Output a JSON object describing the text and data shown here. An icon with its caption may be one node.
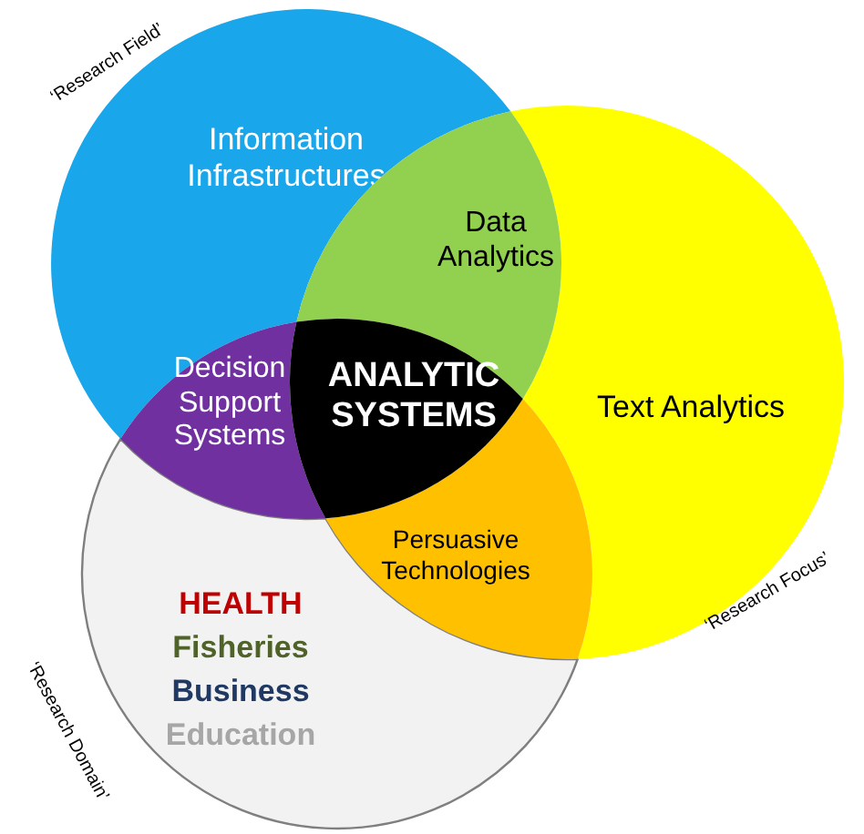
{
  "diagram": {
    "nodes": [
      {
        "text": [
          "Information Infrastructures"
        ],
        "beside": [
          "‘Research Field’"
        ]
      },
      {
        "text": [
          "Text Analytics"
        ],
        "beside": [
          "‘Research Focus’"
        ]
      },
      {
        "text": [
          "HEALTH",
          "Fisheries",
          "Business",
          "Education"
        ],
        "beside": [
          "‘Research Domain’"
        ]
      },
      {
        "text": [
          "Data Analytics"
        ]
      },
      {
        "text": [
          "Decision Support Systems"
        ]
      },
      {
        "text": [
          "Persuasive Technologies"
        ]
      },
      {
        "text": [
          "ANALYTIC SYSTEMS"
        ]
      }
    ]
  }
}
